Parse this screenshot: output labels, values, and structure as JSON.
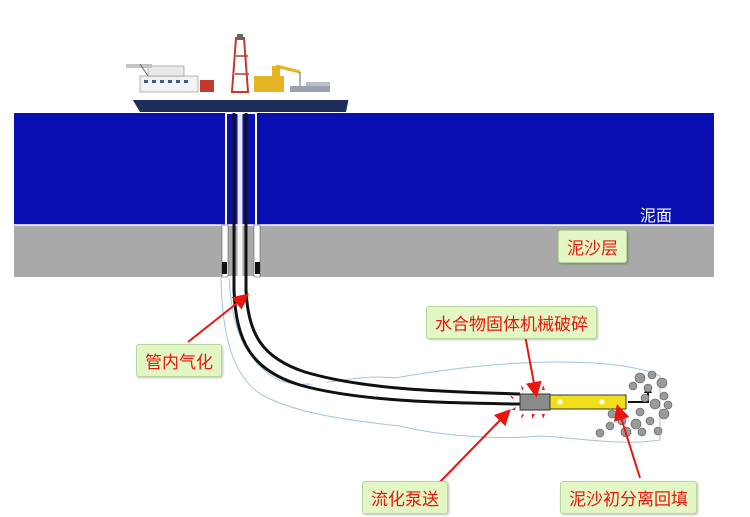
{
  "labels": {
    "mud_surface": "泥面",
    "sediment_layer": "泥沙层",
    "hydrate_crushing": "水合物固体机械破碎",
    "pipe_gasification": "管内气化",
    "fluidized_pumping": "流化泵送",
    "sand_separation_backfill": "泥沙初分离回填"
  },
  "colors": {
    "sea": "#0a0fb4",
    "sediment": "#a9a9a9",
    "label_box": "#e2f7c4",
    "label_text": "#e8160f",
    "arrow": "#e8160f",
    "tool": "#f2df1c"
  }
}
